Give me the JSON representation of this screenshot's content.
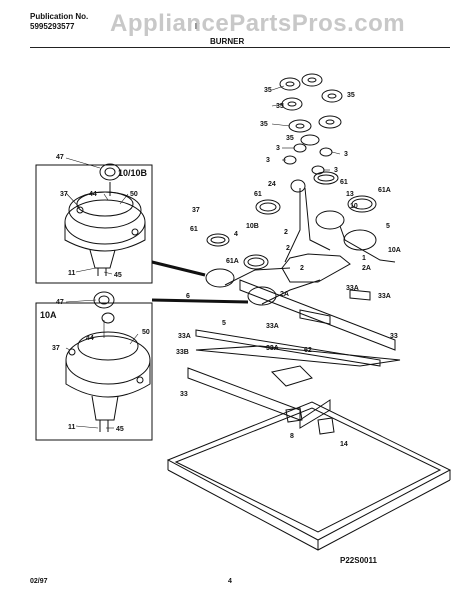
{
  "header": {
    "publication_label": "Publication No.",
    "publication_number": "5995293577",
    "model_partial": "F",
    "section_title": "BURNER",
    "watermark": "AppliancePartsPros.com"
  },
  "footer": {
    "date": "02/97",
    "page_number": "4",
    "diagram_code": "P22S0011"
  },
  "inset_labels": {
    "top_box_title": "10/10B",
    "bottom_box_title": "10A"
  },
  "callouts": {
    "c47a": "47",
    "c37a": "37",
    "c44a": "44",
    "c50a": "50",
    "c11a": "11",
    "c45a": "45",
    "c47b": "47",
    "c37b": "37",
    "c44b": "44",
    "c50b": "50",
    "c11b": "11",
    "c45b": "45",
    "c35a": "35",
    "c35b": "35",
    "c35c": "35",
    "c35d": "35",
    "c35e": "35",
    "c3a": "3",
    "c3b": "3",
    "c3c": "3",
    "c3d": "3",
    "c24": "24",
    "c61a": "61",
    "c61b": "61",
    "c61c": "61",
    "c61A1": "61A",
    "c61A2": "61A",
    "c13": "13",
    "c10": "10",
    "c10A": "10A",
    "c10B": "10B",
    "c5a": "5",
    "c5b": "5",
    "c1": "1",
    "c2a": "2",
    "c2b": "2",
    "c2c": "2",
    "c2A1": "2A",
    "c2A2": "2A",
    "c37c": "37",
    "c4": "4",
    "c6": "6",
    "c33A1": "33A",
    "c33A2": "33A",
    "c33A3": "33A",
    "c33A4": "33A",
    "c33A5": "33A",
    "c33a": "33",
    "c33b": "33",
    "c33B": "33B",
    "c62": "62",
    "c8": "8",
    "c14": "14"
  }
}
